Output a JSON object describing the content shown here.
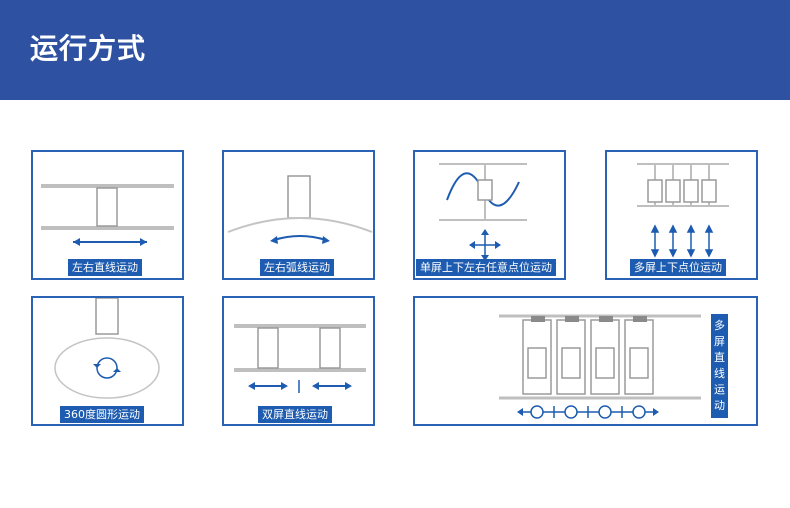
{
  "header": {
    "title": "运行方式"
  },
  "panels": [
    {
      "caption": "左右直线运动"
    },
    {
      "caption": "左右弧线运动"
    },
    {
      "caption": "单屏上下左右任意点位运动"
    },
    {
      "caption": "多屏上下点位运动"
    },
    {
      "caption": "360度圆形运动"
    },
    {
      "caption": "双屏直线运动"
    },
    {
      "caption": "多屏直线运动"
    }
  ],
  "colors": {
    "header": "#2e52a1",
    "accent": "#1d5cb0",
    "border": "#2a63b5"
  }
}
